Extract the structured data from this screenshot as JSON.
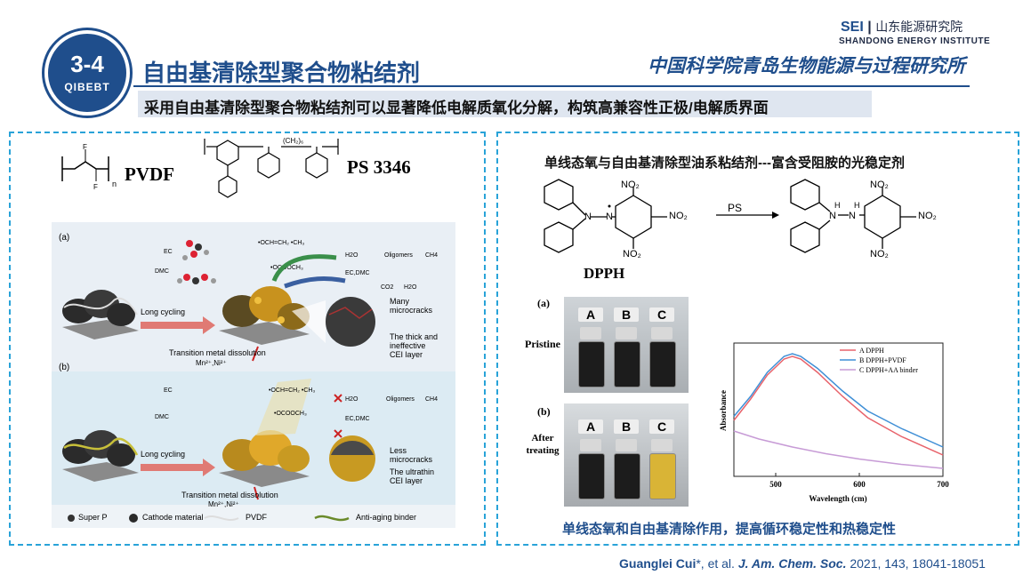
{
  "header": {
    "badge_number": "3-4",
    "badge_org": "QIBEBT",
    "title": "自由基清除型聚合物粘结剂",
    "subtitle": "采用自由基清除型聚合物粘结剂可以显著降低电解质氧化分解，构筑高兼容性正极/电解质界面",
    "brand_sei": "SEI",
    "brand_sei_cn": "山东能源研究院",
    "brand_en": "SHANDONG ENERGY INSTITUTE",
    "brand_cas": "中国科学院青岛生物能源与过程研究所"
  },
  "left": {
    "pvdf_label": "PVDF",
    "ps_label": "PS 3346",
    "panel_a": "(a)",
    "panel_b": "(b)",
    "ec": "EC",
    "dmc": "DMC",
    "h2o": "H2O",
    "oligomers": "Oligomers",
    "ch4": "CH4",
    "co2": "CO2",
    "ecdmc": "EC,DMC",
    "long_cycling": "Long cycling",
    "tmd": "Transition metal dissolution",
    "ions": "Mn²⁺,Ni²⁺",
    "many": "Many",
    "microcracks": "microcracks",
    "thick1": "The thick and",
    "thick2": "ineffective",
    "thick3": "CEI layer",
    "less": "Less",
    "ultra1": "The ultrathin",
    "ultra2": "CEI layer",
    "legend": [
      "Super P",
      "Cathode material",
      "PVDF",
      "Anti-aging binder"
    ]
  },
  "right": {
    "heading": "单线态氧与自由基清除型油系粘结剂---富含受阻胺的光稳定剂",
    "ps": "PS",
    "no2": "NO₂",
    "dpph": "DPPH",
    "photo_a": "(a)",
    "photo_b": "(b)",
    "pristine": "Pristine",
    "after1": "After",
    "after2": "treating",
    "vials": [
      "A",
      "B",
      "C"
    ],
    "caption": "单线态氧和自由基清除作用，提高循环稳定性和热稳定性"
  },
  "chart_data": {
    "type": "line",
    "xlabel": "Wavelength (cm)",
    "ylabel": "Absorbance",
    "xlim": [
      450,
      700
    ],
    "ticks": [
      500,
      600,
      700
    ],
    "legend_position": "top-right",
    "series": [
      {
        "name": "A  DPPH",
        "color": "#e8636b",
        "x": [
          450,
          470,
          490,
          510,
          520,
          530,
          550,
          580,
          610,
          650,
          700
        ],
        "y": [
          0.42,
          0.58,
          0.76,
          0.88,
          0.9,
          0.88,
          0.78,
          0.6,
          0.44,
          0.3,
          0.16
        ]
      },
      {
        "name": "B  DPPH+PVDF",
        "color": "#3f8fd6",
        "x": [
          450,
          470,
          490,
          510,
          520,
          530,
          550,
          580,
          610,
          650,
          700
        ],
        "y": [
          0.45,
          0.6,
          0.78,
          0.9,
          0.92,
          0.9,
          0.81,
          0.64,
          0.49,
          0.36,
          0.22
        ]
      },
      {
        "name": "C  DPPH+AA binder",
        "color": "#c79bd6",
        "x": [
          450,
          480,
          520,
          560,
          600,
          650,
          700
        ],
        "y": [
          0.34,
          0.28,
          0.22,
          0.17,
          0.13,
          0.09,
          0.06
        ]
      }
    ]
  },
  "citation": {
    "author": "Guanglei Cui",
    "rest": "*, et al.",
    "journal": "J. Am. Chem. Soc.",
    "details": "2021, 143, 18041-18051"
  }
}
